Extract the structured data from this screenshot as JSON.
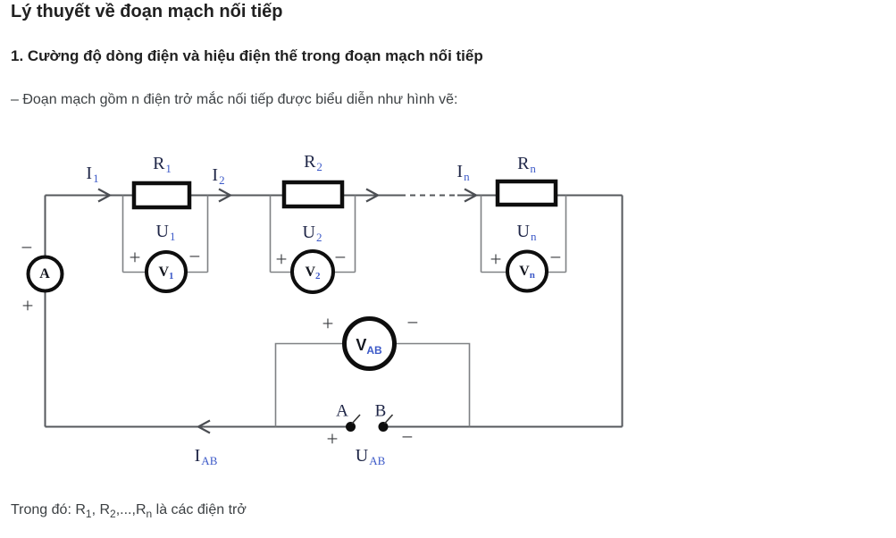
{
  "page": {
    "title": "Lý thuyết về đoạn mạch nối tiếp",
    "section_heading": "1. Cường độ dòng điện và hiệu điện thế trong đoạn mạch nối tiếp",
    "intro_text": "– Đoạn mạch gồm n điện trở mắc nối tiếp được biểu diễn như hình vẽ:",
    "footer": {
      "p1": "Trong đó: R",
      "s1": "1",
      "p2": ", R",
      "s2": "2",
      "p3": ",...,R",
      "s3": "n",
      "p4": " là các điện trở"
    }
  },
  "circuit": {
    "colors": {
      "wire_main": "#55585c",
      "wire_branch": "#7f8184",
      "component_stroke": "#0e0e0e",
      "label_main": "#1f2647",
      "label_sub": "#3d5ac8",
      "sign": "#3c3e42"
    },
    "signs": {
      "plus": "+",
      "minus": "−"
    },
    "labels": {
      "i1": {
        "main": "I",
        "sub": "1"
      },
      "i2": {
        "main": "I",
        "sub": "2"
      },
      "in": {
        "main": "I",
        "sub": "n"
      },
      "iab": {
        "main": "I",
        "sub": "AB"
      },
      "r1": {
        "main": "R",
        "sub": "1"
      },
      "r2": {
        "main": "R",
        "sub": "2"
      },
      "rn": {
        "main": "R",
        "sub": "n"
      },
      "u1": {
        "main": "U",
        "sub": "1"
      },
      "u2": {
        "main": "U",
        "sub": "2"
      },
      "un": {
        "main": "U",
        "sub": "n"
      },
      "uab": {
        "main": "U",
        "sub": "AB"
      },
      "ammeter": {
        "main": "A",
        "sub": ""
      },
      "v1": {
        "main": "V",
        "sub": "1"
      },
      "v2": {
        "main": "V",
        "sub": "2"
      },
      "vn": {
        "main": "V",
        "sub": "n"
      },
      "vab": {
        "main": "V",
        "sub": "AB"
      },
      "point_a": {
        "main": "A",
        "sub": ""
      },
      "point_b": {
        "main": "B",
        "sub": ""
      }
    }
  }
}
